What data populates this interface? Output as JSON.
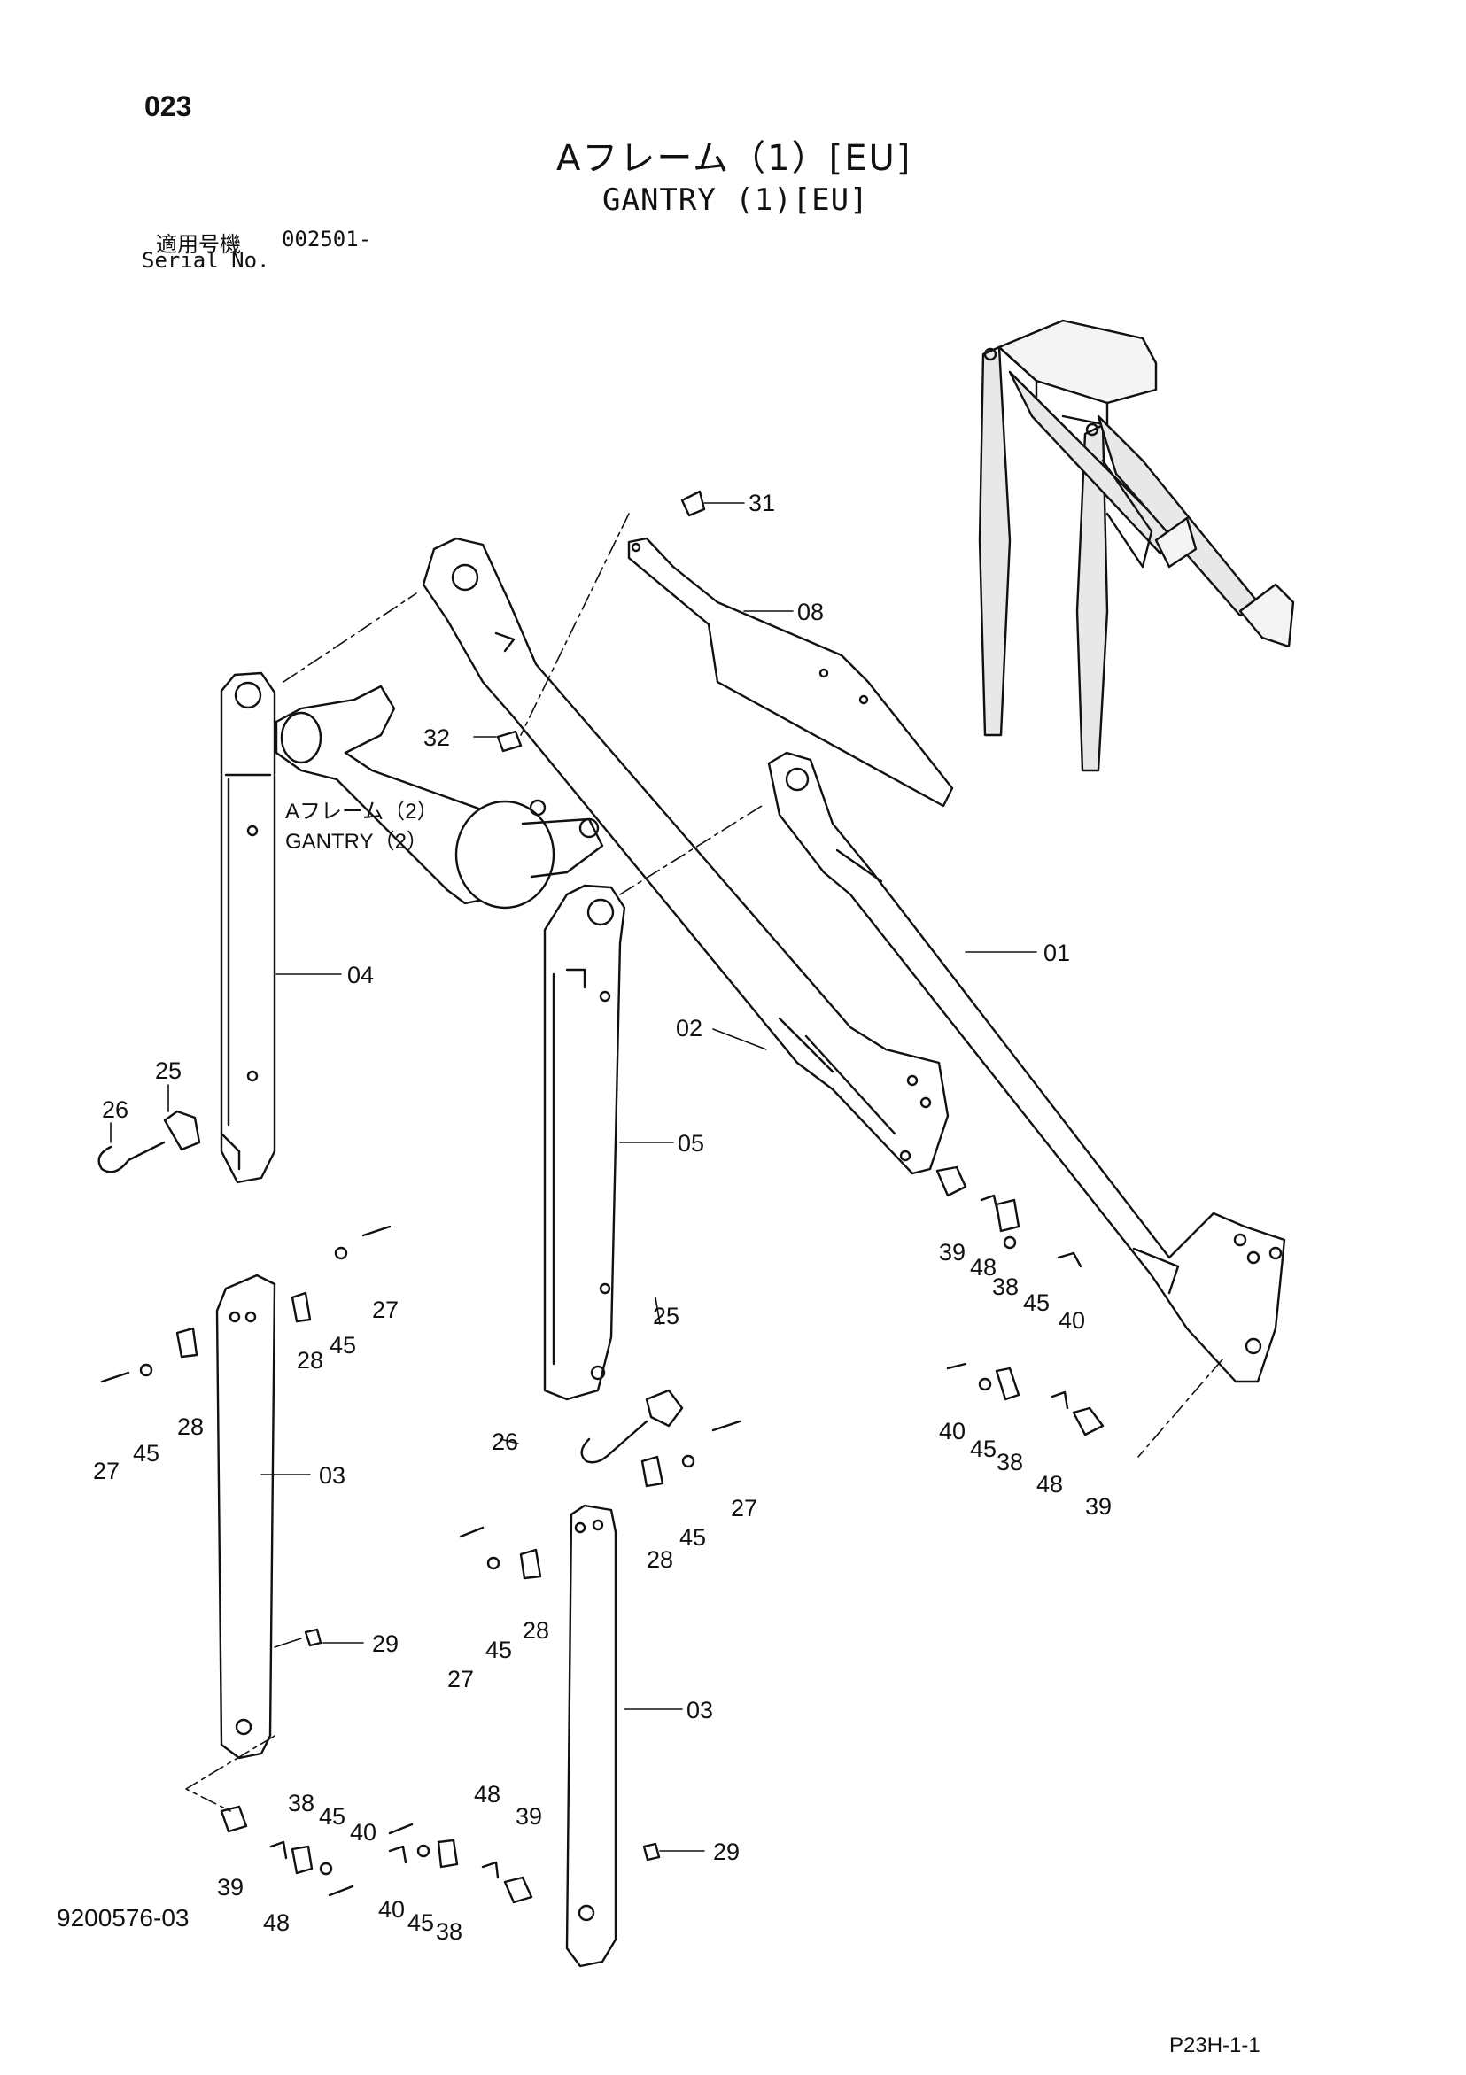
{
  "header": {
    "page_code": "023",
    "title_jp": "Aフレーム（1）[EU]",
    "title_en": "GANTRY (1)[EU]",
    "serial_label_jp": "適用号機",
    "serial_value": "002501-",
    "serial_label_en": "Serial No."
  },
  "footer": {
    "drawing_number": "9200576-03",
    "page_reference": "P23H-1-1"
  },
  "reference_note": {
    "jp": "Aフレーム（2）",
    "en": "GANTRY（2）"
  },
  "callouts": [
    {
      "id": "c31",
      "label": "31"
    },
    {
      "id": "c08",
      "label": "08"
    },
    {
      "id": "c32",
      "label": "32"
    },
    {
      "id": "c04",
      "label": "04"
    },
    {
      "id": "c01",
      "label": "01"
    },
    {
      "id": "c02",
      "label": "02"
    },
    {
      "id": "c05",
      "label": "05"
    },
    {
      "id": "c26a",
      "label": "26"
    },
    {
      "id": "c25a",
      "label": "25"
    },
    {
      "id": "c27a",
      "label": "27"
    },
    {
      "id": "c45a",
      "label": "45"
    },
    {
      "id": "c28a",
      "label": "28"
    },
    {
      "id": "c27b",
      "label": "27"
    },
    {
      "id": "c45b",
      "label": "45"
    },
    {
      "id": "c28b",
      "label": "28"
    },
    {
      "id": "c03a",
      "label": "03"
    },
    {
      "id": "c29a",
      "label": "29"
    },
    {
      "id": "c39a",
      "label": "39"
    },
    {
      "id": "c48a",
      "label": "48"
    },
    {
      "id": "c38a",
      "label": "38"
    },
    {
      "id": "c45c",
      "label": "45"
    },
    {
      "id": "c40a",
      "label": "40"
    },
    {
      "id": "c40b",
      "label": "40"
    },
    {
      "id": "c45d",
      "label": "45"
    },
    {
      "id": "c38b",
      "label": "38"
    },
    {
      "id": "c48b",
      "label": "48"
    },
    {
      "id": "c39b",
      "label": "39"
    },
    {
      "id": "c25b",
      "label": "25"
    },
    {
      "id": "c26b",
      "label": "26"
    },
    {
      "id": "c27c",
      "label": "27"
    },
    {
      "id": "c45e",
      "label": "45"
    },
    {
      "id": "c28c",
      "label": "28"
    },
    {
      "id": "c27d",
      "label": "27"
    },
    {
      "id": "c45f",
      "label": "45"
    },
    {
      "id": "c28d",
      "label": "28"
    },
    {
      "id": "c03b",
      "label": "03"
    },
    {
      "id": "c29b",
      "label": "29"
    },
    {
      "id": "c38c",
      "label": "38"
    },
    {
      "id": "c45g",
      "label": "45"
    },
    {
      "id": "c40c",
      "label": "40"
    },
    {
      "id": "c39c",
      "label": "39"
    },
    {
      "id": "c48c",
      "label": "48"
    },
    {
      "id": "c40d",
      "label": "40"
    },
    {
      "id": "c45h",
      "label": "45"
    },
    {
      "id": "c38d",
      "label": "38"
    },
    {
      "id": "c48d",
      "label": "48"
    },
    {
      "id": "c39d",
      "label": "39"
    }
  ]
}
